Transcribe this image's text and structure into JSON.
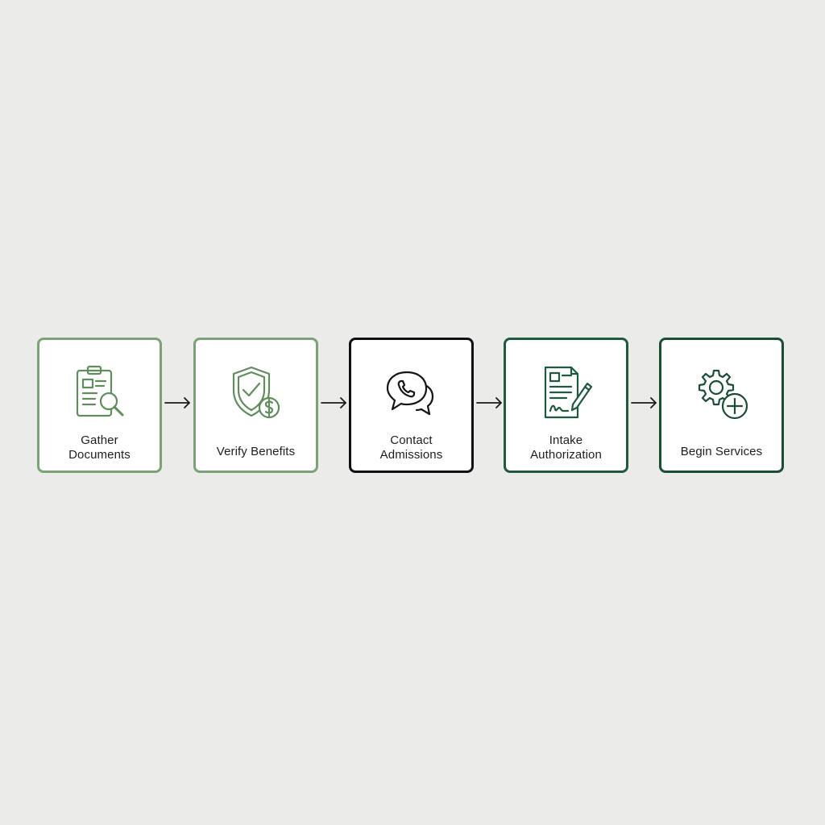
{
  "colors": {
    "background": "#ebebea",
    "light_green": "#7aa276",
    "black": "#101010",
    "dark_green": "#1f5a3e",
    "darkest_green": "#1a4d36"
  },
  "steps": [
    {
      "label_line1": "Gather",
      "label_line2": "Documents",
      "icon": "clipboard-search-icon"
    },
    {
      "label_line1": "Verify Benefits",
      "label_line2": "",
      "icon": "shield-dollar-icon"
    },
    {
      "label_line1": "Contact",
      "label_line2": "Admissions",
      "icon": "chat-phone-icon"
    },
    {
      "label_line1": "Intake",
      "label_line2": "Authorization",
      "icon": "signed-document-icon"
    },
    {
      "label_line1": "Begin Services",
      "label_line2": "",
      "icon": "gear-plus-icon"
    }
  ]
}
